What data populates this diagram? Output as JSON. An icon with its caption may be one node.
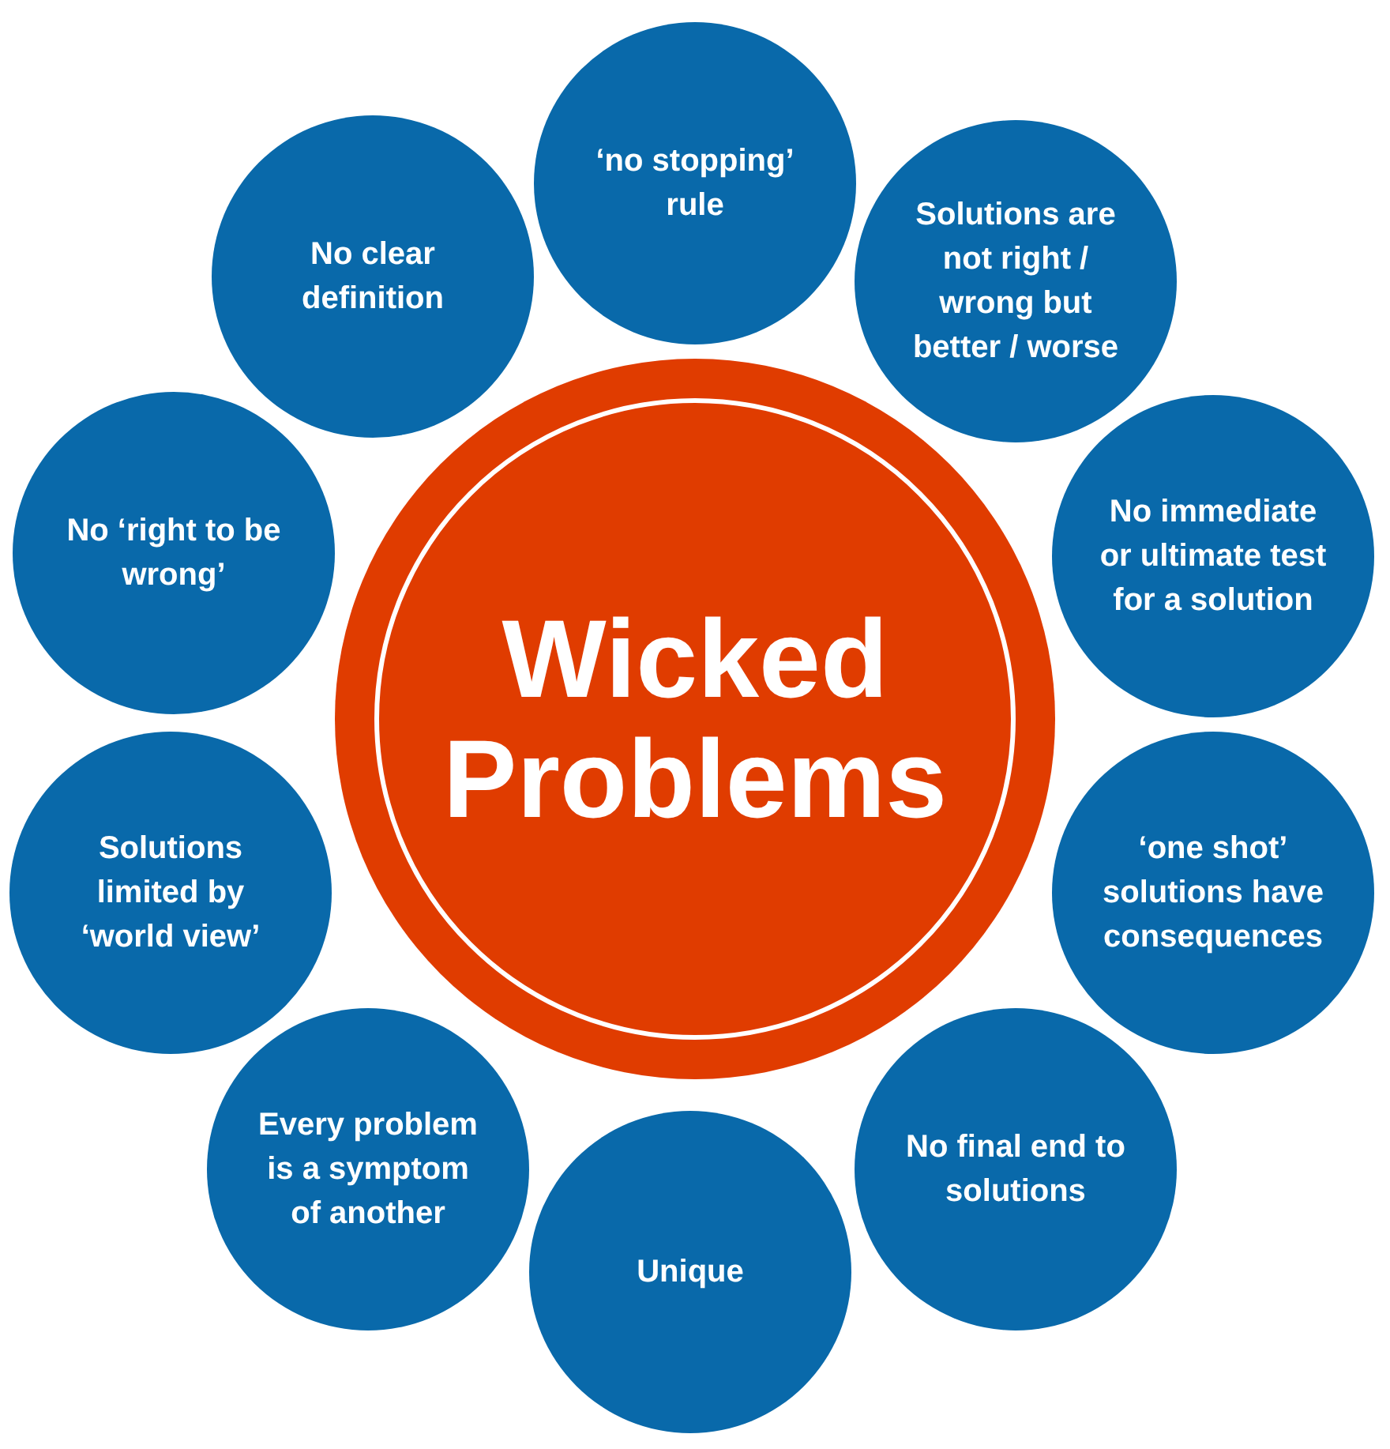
{
  "diagram": {
    "nodes": [
      {
        "text": [
          "Wicked Problems"
        ]
      },
      {
        "text": [
          "‘no stopping’ rule"
        ]
      },
      {
        "text": [
          "Solutions are not right / wrong but better / worse"
        ]
      },
      {
        "text": [
          "No immediate or ultimate test for a solution"
        ]
      },
      {
        "text": [
          "‘one shot’ solutions have consequences"
        ]
      },
      {
        "text": [
          "No final end to solutions"
        ]
      },
      {
        "text": [
          "Unique"
        ]
      },
      {
        "text": [
          "Every problem is a symptom of another"
        ]
      },
      {
        "text": [
          "Solutions limited by ‘world view’"
        ]
      },
      {
        "text": [
          "No ‘right to be wrong’"
        ]
      },
      {
        "text": [
          "No clear definition"
        ]
      }
    ]
  }
}
